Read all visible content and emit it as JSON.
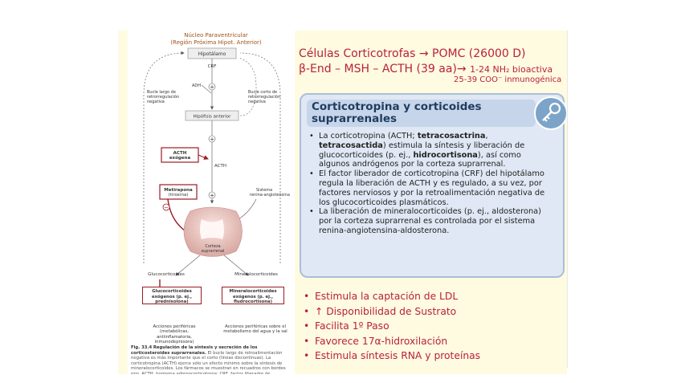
{
  "figure": {
    "header_line1": "Núcleo Paraventricular",
    "header_line2": "(Región Próxima Hipot. Anterior)",
    "labels": {
      "hipotalamo": "Hipotálamo",
      "crf": "CRF",
      "adh": "ADH",
      "hipofisis": "Hipófisis anterior",
      "bucle_largo": "Bucle largo de retroregulación negativa",
      "bucle_corto": "Bucle corto de retrorregulación negativa",
      "acth": "ACTH",
      "acth_exogena": "ACTH exógena",
      "metirapona": "Metirapona (tiroxina)",
      "sistema": "Sistema renina-angiotensina",
      "corteza": "Corteza suprarrenal",
      "glucocorticoides": "Glucocorticoides",
      "mineralocorticoides": "Mineralocorticoides",
      "gluco_exogenos": "Glucocorticoides exógenos (p. ej., prednisolona)",
      "mineralo_exogenos": "Mineralocorticoides exógenos (p. ej., fludrocortisona)",
      "acciones_izq": "Acciones periféricas (metabólicas, antiinflamatoria, inmunodepresora)",
      "acciones_der": "Acciones periféricas sobre el metabolismo del agua y la sal",
      "plus": "+",
      "minus": "−"
    },
    "caption_title": "Fig. 33.4",
    "caption_bold": "Regulación de la síntesis y secreción de los corticosteroides suprarrenales.",
    "caption_text": "El bucle largo de retroalimentación negativa es más importante que el corto (líneas discontinuas). La corticotropina (ACTH) ejerce sólo un efecto mínimo sobre la síntesis de mineralocorticoides. Los fármacos se muestran en recuadros con bordes rojo. ACTH, hormona adrenocorticotropa; CRF, factor liberador de corticotropina."
  },
  "header": {
    "line1": "Células Corticotrofas → POMC (26000 D)",
    "line2_main": "β-End – MSH – ACTH (39 aa)",
    "line2_arrow": "→",
    "line2_tail": "1-24 NH₂ bioactiva",
    "line3": "25-39 COO⁻ inmunogénica"
  },
  "box": {
    "title": "Corticotropina y corticoides suprarrenales",
    "bullets": [
      "La corticotropina (ACTH; tetracosactrina, tetracosactida) estimula la síntesis y liberación de glucocorticoides (p. ej., hidrocortisona), así como algunos andrógenos por la corteza suprarrenal.",
      "El factor liberador de corticotropina (CRF) del hipotálamo regula la liberación de ACTH y es regulado, a su vez, por factores nerviosos y por la retroalimentación negativa de los glucocorticoides plasmáticos.",
      "La liberación de mineralocorticoides (p. ej., aldosterona) por la corteza suprarrenal es controlada por el sistema renina-angiotensina-aldosterona."
    ]
  },
  "list": [
    "Estimula la captación de LDL",
    "↑ Disponibilidad de Sustrato",
    "Facilita 1º Paso",
    "Favorece 17α-hidroxilación",
    "Estimula síntesis RNA y proteínas"
  ],
  "colors": {
    "accent": "#b8213d",
    "box_bg": "#dfe8f4",
    "box_title": "#1f3c5e",
    "slide_bg": "#fffbe0",
    "figure_red": "#9c1c22"
  },
  "icons": [
    "key-icon"
  ]
}
